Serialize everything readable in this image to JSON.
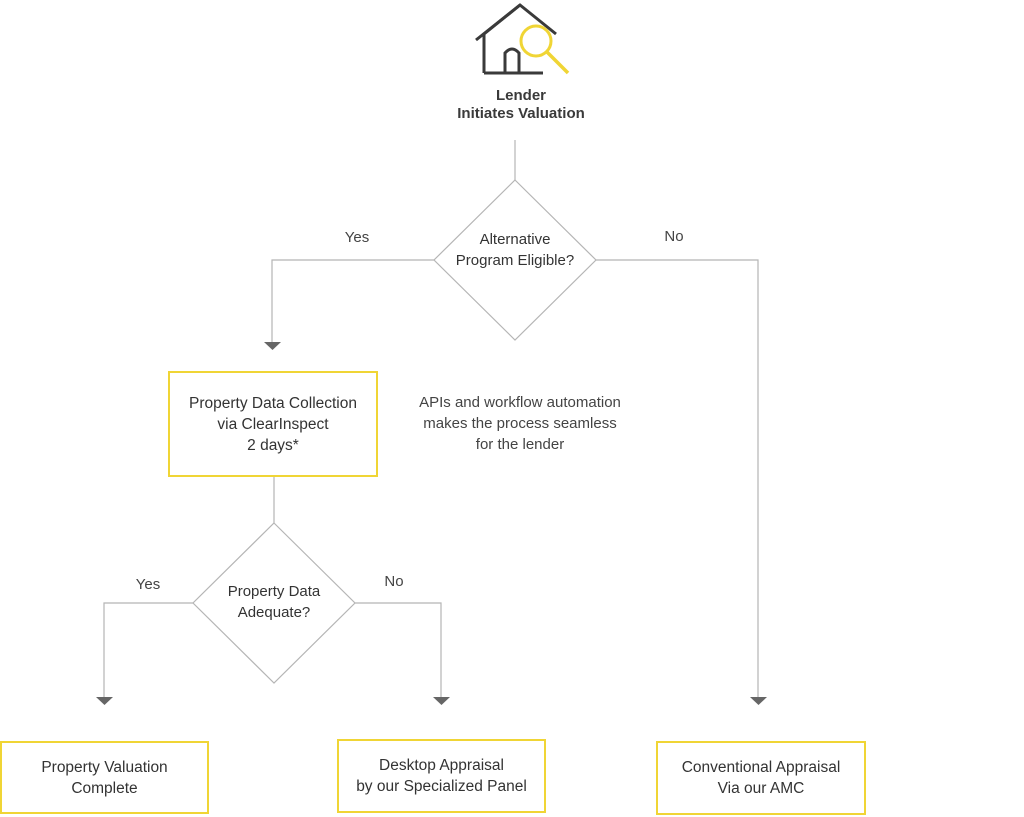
{
  "colors": {
    "accent": "#f0d535",
    "line": "#b5b5b5",
    "arrow": "#666666",
    "icon": "#3a3a3a"
  },
  "start": {
    "icon": "house-search-icon",
    "line1": "Lender",
    "line2": "Initiates Valuation"
  },
  "decision_program": {
    "text": "Alternative\nProgram Eligible?",
    "yes": "Yes",
    "no": "No"
  },
  "box_collection": {
    "text": "Property Data Collection\nvia ClearInspect\n2 days*"
  },
  "note": {
    "text": "APIs and workflow automation\nmakes the process seamless\nfor the lender"
  },
  "decision_data": {
    "text": "Property Data\nAdequate?",
    "yes": "Yes",
    "no": "No"
  },
  "box_complete": {
    "text": "Property Valuation\nComplete"
  },
  "box_desktop": {
    "text": "Desktop Appraisal\nby our Specialized Panel"
  },
  "box_conventional": {
    "text": "Conventional Appraisal\nVia our AMC"
  }
}
